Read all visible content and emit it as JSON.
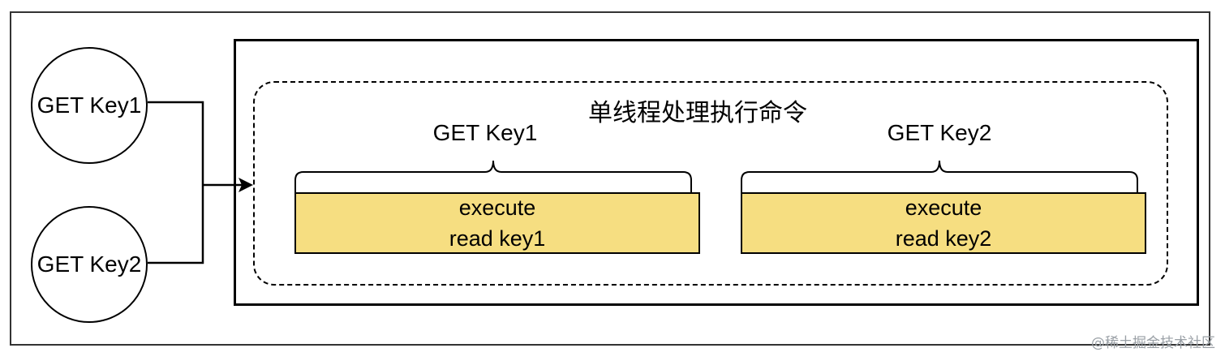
{
  "clients": [
    {
      "label": "GET Key1"
    },
    {
      "label": "GET Key2"
    }
  ],
  "title": "单线程处理执行命令",
  "commands": [
    {
      "label": "GET Key1",
      "execute": "execute",
      "action": "read key1"
    },
    {
      "label": "GET Key2",
      "execute": "execute",
      "action": "read key2"
    }
  ],
  "watermark": "@稀土掘金技术社区",
  "colors": {
    "exec_fill": "#f6de81",
    "line": "#000000"
  }
}
